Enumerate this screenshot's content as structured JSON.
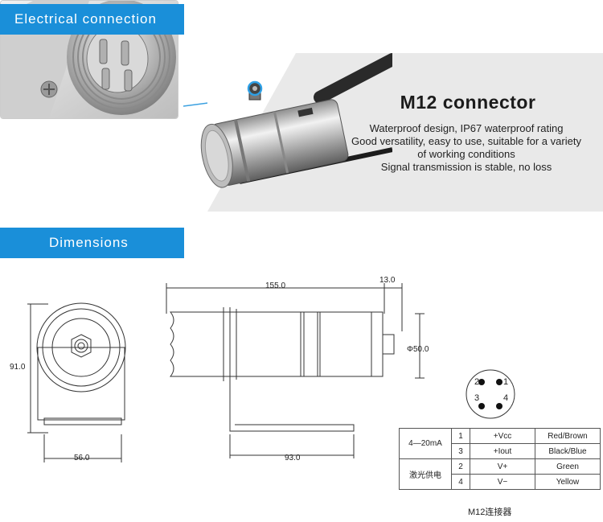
{
  "sections": {
    "electrical": "Electrical connection",
    "dimensions": "Dimensions"
  },
  "product": {
    "title": "M12 connector",
    "features": [
      "Waterproof design, IP67 waterproof rating",
      "Good versatility, easy to use, suitable for a variety",
      "of working conditions",
      "Signal transmission is stable, no loss"
    ]
  },
  "drawing": {
    "length_main": "155.0",
    "length_connector": "13.0",
    "diameter": "Φ50.0",
    "height": "91.0",
    "width_front": "56.0",
    "bracket_length": "93.0"
  },
  "pins": {
    "p1": "1",
    "p2": "2",
    "p3": "3",
    "p4": "4"
  },
  "wiring": {
    "group1": "4—20mA",
    "group2": "激光供电",
    "rows": [
      {
        "pin": "1",
        "signal": "+Vcc",
        "color": "Red/Brown"
      },
      {
        "pin": "3",
        "signal": "+Iout",
        "color": "Black/Blue"
      },
      {
        "pin": "2",
        "signal": "V+",
        "color": "Green"
      },
      {
        "pin": "4",
        "signal": "V−",
        "color": "Yellow"
      }
    ],
    "caption": "M12连接器"
  }
}
